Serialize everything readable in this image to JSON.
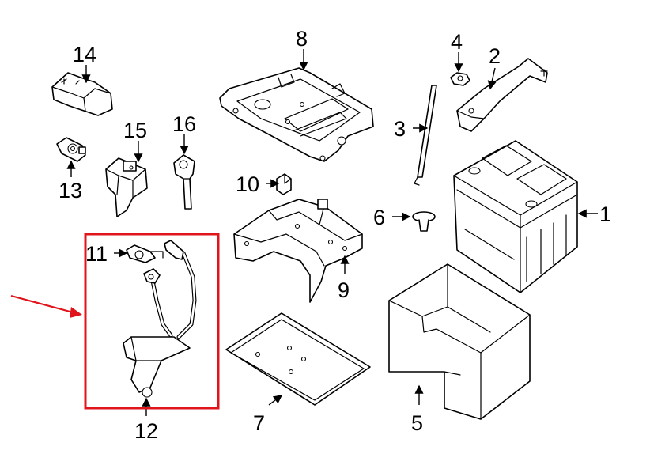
{
  "callouts": [
    {
      "id": "1",
      "label": "1"
    },
    {
      "id": "2",
      "label": "2"
    },
    {
      "id": "3",
      "label": "3"
    },
    {
      "id": "4",
      "label": "4"
    },
    {
      "id": "5",
      "label": "5"
    },
    {
      "id": "6",
      "label": "6"
    },
    {
      "id": "7",
      "label": "7"
    },
    {
      "id": "8",
      "label": "8"
    },
    {
      "id": "9",
      "label": "9"
    },
    {
      "id": "10",
      "label": "10"
    },
    {
      "id": "11",
      "label": "11"
    },
    {
      "id": "12",
      "label": "12"
    },
    {
      "id": "13",
      "label": "13"
    },
    {
      "id": "14",
      "label": "14"
    },
    {
      "id": "15",
      "label": "15"
    },
    {
      "id": "16",
      "label": "16"
    }
  ],
  "highlight": {
    "color": "#e0141b"
  }
}
